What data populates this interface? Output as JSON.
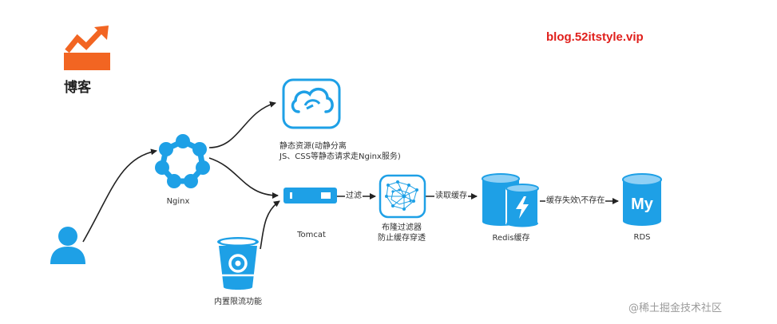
{
  "brand": {
    "url": "blog.52itstyle.vip",
    "title": "博客",
    "logo_icon": "trending-up-chart-icon",
    "logo_color": "#f26522",
    "url_color": "#e0201c"
  },
  "nodes": {
    "user": {
      "icon": "user-icon"
    },
    "nginx": {
      "label": "Nginx",
      "icon": "nginx-cluster-icon"
    },
    "static": {
      "line1": "静态资源(动静分离",
      "line2": "JS、CSS等静态请求走Nginx服务)",
      "icon": "cloud-sync-icon"
    },
    "tomcat": {
      "label": "Tomcat",
      "icon": "server-icon"
    },
    "bloom": {
      "line1": "布隆过滤器",
      "line2": "防止缓存穿透",
      "icon": "network-mesh-icon"
    },
    "redis": {
      "label": "Redis缓存",
      "icon": "redis-database-icon"
    },
    "rds": {
      "label": "RDS",
      "icon": "mysql-database-icon",
      "icon_text": "My"
    },
    "ratelimit": {
      "label": "内置限流功能",
      "icon": "bucket-icon"
    }
  },
  "edges": {
    "filter": "过滤",
    "read_cache": "读取缓存",
    "cache_miss": "缓存失效\\不存在"
  },
  "watermark": "@稀土掘金技术社区",
  "colors": {
    "accent": "#1ea0e6",
    "line": "#222222"
  }
}
